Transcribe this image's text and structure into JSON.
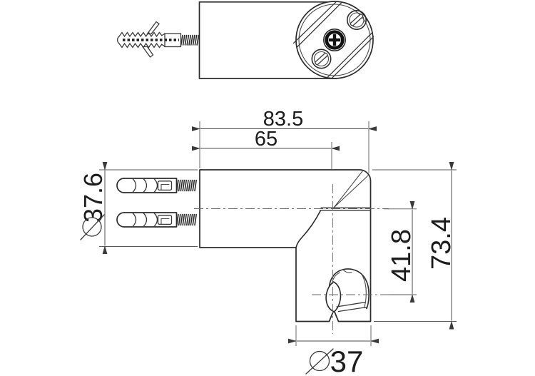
{
  "document": {
    "kind": "technical-dimension-drawing",
    "subject": "wall-mounted shower bracket elbow with wall plugs and screws",
    "background_color": "#ffffff",
    "line_color": "#2b2b2b",
    "dimension_line_color": "#4d4d4d",
    "text_color": "#1c1c1c",
    "views": [
      {
        "id": "top-view",
        "description": "top view: wall plug, screw, bracket body and round end cap with three screws"
      },
      {
        "id": "front-view",
        "description": "front view: elbow body with two wall plugs, holder knob and dimensions"
      }
    ],
    "diameter_symbol": "⌀"
  },
  "dimensions": {
    "overall_width": {
      "value": "83.5",
      "orientation": "horizontal",
      "diameter": false
    },
    "body_length": {
      "value": "65",
      "orientation": "horizontal",
      "diameter": false
    },
    "body_diameter": {
      "value": "37.6",
      "orientation": "vertical",
      "diameter": true
    },
    "holder_center_offset": {
      "value": "41.8",
      "orientation": "vertical",
      "diameter": false
    },
    "overall_height": {
      "value": "73.4",
      "orientation": "vertical",
      "diameter": false
    },
    "arm_diameter": {
      "value": "37",
      "orientation": "horizontal",
      "diameter": true
    }
  }
}
